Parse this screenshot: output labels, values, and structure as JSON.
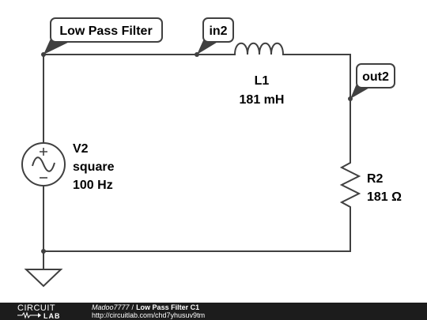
{
  "nodes": {
    "label_a": "Low Pass Filter",
    "label_b": "in2",
    "label_c": "out2"
  },
  "components": {
    "inductor": {
      "ref": "L1",
      "value": "181 mH"
    },
    "resistor": {
      "ref": "R2",
      "value": "181 Ω"
    },
    "source": {
      "ref": "V2",
      "type": "square",
      "value": "100 Hz"
    }
  },
  "footer": {
    "logo_top": "CIRCUIT",
    "logo_bottom": "LAB",
    "author": "Madoo7777",
    "separator": "/",
    "title": "Low Pass Filter C1",
    "url": "http://circuitlab.com/chd7yhusuv9tm"
  },
  "colors": {
    "wire": "#404040",
    "footer_bg": "#1c1c1c"
  }
}
